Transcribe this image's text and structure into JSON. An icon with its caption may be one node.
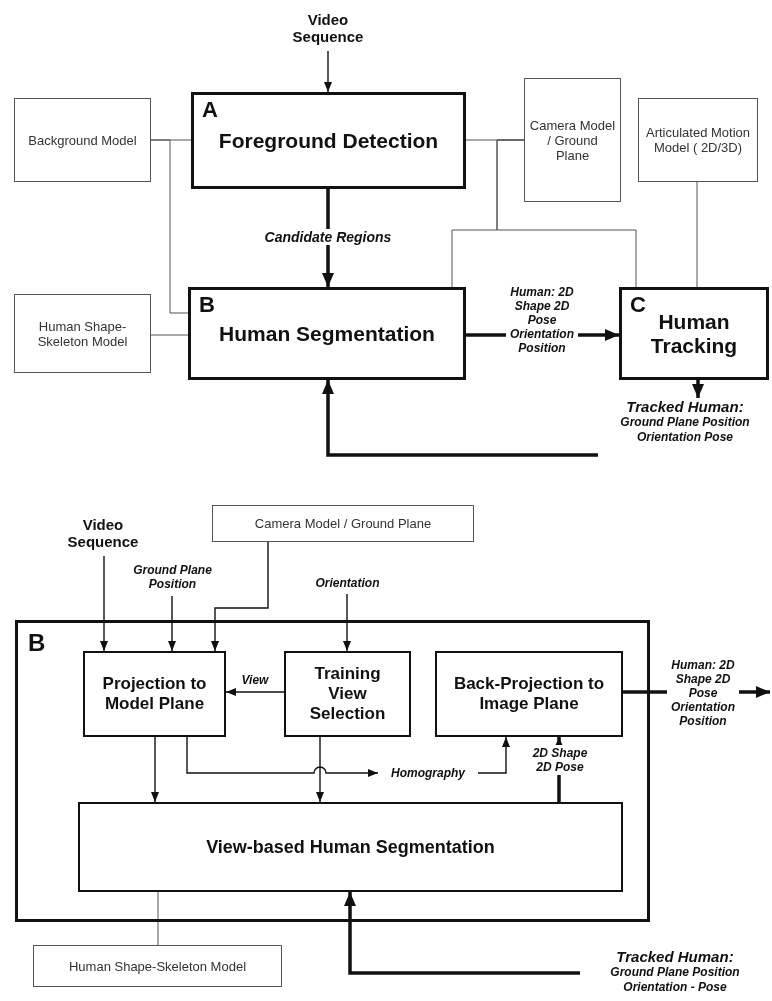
{
  "diagram": {
    "nodes": [
      {
        "text": [
          "Video Sequence"
        ]
      },
      {
        "text": [
          "Background Model"
        ]
      },
      {
        "text": [
          "A",
          "Foreground Detection"
        ]
      },
      {
        "text": [
          "Camera Model / Ground Plane"
        ]
      },
      {
        "text": [
          "Articulated Motion Model ( 2D/3D)"
        ]
      },
      {
        "text": [
          "Human Shape-Skeleton Model"
        ]
      },
      {
        "text": [
          "B",
          "Human Segmentation"
        ]
      },
      {
        "text": [
          "C",
          "Human Tracking"
        ]
      },
      {
        "text": [
          "Tracked Human:",
          "Ground Plane Position Orientation Pose"
        ]
      },
      {
        "text": [
          "Camera Model / Ground Plane"
        ]
      },
      {
        "text": [
          "Video Sequence"
        ]
      },
      {
        "text": [
          "Ground Plane Position"
        ]
      },
      {
        "text": [
          "Orientation"
        ]
      },
      {
        "text": [
          "B"
        ]
      },
      {
        "text": [
          "Projection to Model Plane"
        ],
        "in": 13
      },
      {
        "text": [
          "Training View Selection"
        ],
        "in": 13
      },
      {
        "text": [
          "Back-Projection to Image Plane"
        ],
        "in": 13
      },
      {
        "text": [
          "Homography"
        ],
        "in": 13
      },
      {
        "text": [
          "View-based Human Segmentation"
        ],
        "in": 13
      },
      {
        "text": [
          "Human Shape-Skeleton Model"
        ]
      },
      {
        "text": [
          "Tracked Human:",
          "Ground Plane Position Orientation - Pose"
        ]
      }
    ],
    "edges": [
      {
        "from": 0,
        "to": 2,
        "arrow": "to"
      },
      {
        "from": 1,
        "to": 2,
        "arrow": "none"
      },
      {
        "from": 1,
        "to": 6,
        "arrow": "none"
      },
      {
        "from": 2,
        "to": 3,
        "arrow": "none"
      },
      {
        "from": 3,
        "to": 6,
        "arrow": "none"
      },
      {
        "from": 3,
        "to": 7,
        "arrow": "none"
      },
      {
        "from": 4,
        "to": 7,
        "arrow": "none"
      },
      {
        "from": 5,
        "to": 6,
        "arrow": "none"
      },
      {
        "from": 2,
        "to": 6,
        "arrow": "to",
        "label": "Candidate Regions",
        "style": "thick"
      },
      {
        "from": 6,
        "to": 7,
        "arrow": "to",
        "label": "Human: 2D Shape 2D Pose Orientation Position",
        "style": "thick"
      },
      {
        "from": 7,
        "to": 8,
        "arrow": "to",
        "style": "thick"
      },
      {
        "from": 8,
        "to": 6,
        "arrow": "to",
        "style": "thick"
      },
      {
        "from": 10,
        "to": 14,
        "arrow": "to"
      },
      {
        "from": 11,
        "to": 14,
        "arrow": "to"
      },
      {
        "from": 9,
        "to": 14,
        "arrow": "to"
      },
      {
        "from": 12,
        "to": 15,
        "arrow": "to"
      },
      {
        "from": 15,
        "to": 14,
        "arrow": "to",
        "label": "View"
      },
      {
        "from": 14,
        "to": 18,
        "arrow": "to"
      },
      {
        "from": 15,
        "to": 18,
        "arrow": "to"
      },
      {
        "from": 14,
        "to": 17,
        "arrow": "to"
      },
      {
        "from": 17,
        "to": 16,
        "arrow": "to"
      },
      {
        "from": 18,
        "to": 16,
        "arrow": "to",
        "label": "2D Shape 2D Pose",
        "style": "thick"
      },
      {
        "from": 16,
        "to": null,
        "arrow": "to",
        "label": "Human: 2D Shape 2D Pose Orientation Position",
        "style": "thick"
      },
      {
        "from": 18,
        "to": 19,
        "arrow": "none"
      },
      {
        "from": 20,
        "to": 18,
        "arrow": "to",
        "style": "thick"
      }
    ]
  }
}
